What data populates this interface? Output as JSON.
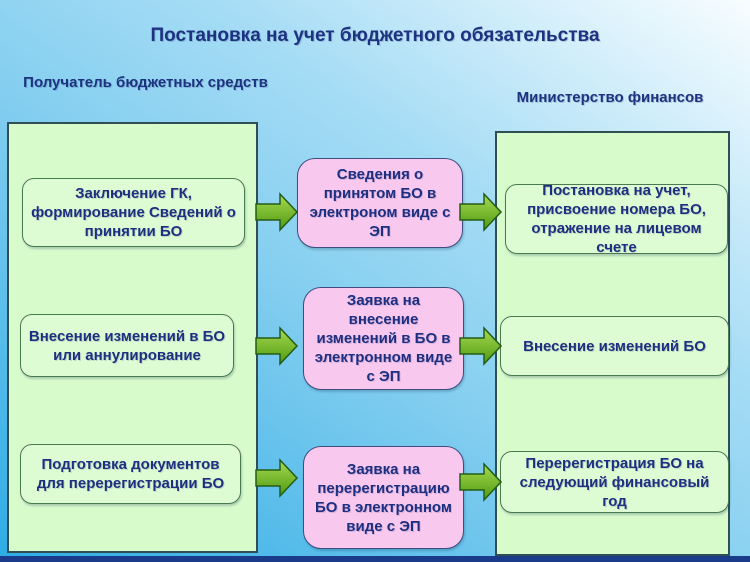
{
  "title": "Постановка на учет бюджетного обязательства",
  "columns": {
    "left_header": "Получатель бюджетных средств",
    "right_header": "Министерство финансов"
  },
  "rows": [
    {
      "left": "Заключение ГК, формирование Сведений о принятии БО",
      "middle": "Сведения о принятом БО в электроном виде с ЭП",
      "right": "Постановка на учет, присвоение номера БО, отражение на лицевом счете"
    },
    {
      "left": "Внесение изменений в БО или аннулирование",
      "middle": "Заявка на внесение изменений в БО в электронном виде с ЭП",
      "right": "Внесение изменений БО"
    },
    {
      "left": "Подготовка документов для перерегистрации БО",
      "middle": "Заявка на перерегистрацию БО в электронном виде с ЭП",
      "right": "Перерегистрация БО на следующий финансовый год"
    }
  ],
  "icons": {
    "flow_arrow": "right-block-arrow"
  },
  "colors": {
    "background_light": "#f8fdff",
    "background_dark": "#2eace5",
    "panel_fill": "#d8fbcc",
    "green_box_fill": "#defcd4",
    "pink_box_fill": "#f9c8ee",
    "arrow_green_light": "#9bd44a",
    "arrow_green_dark": "#4e9a10",
    "text_navy": "#1e2f80",
    "bottom_bar": "#1a3a8a"
  }
}
